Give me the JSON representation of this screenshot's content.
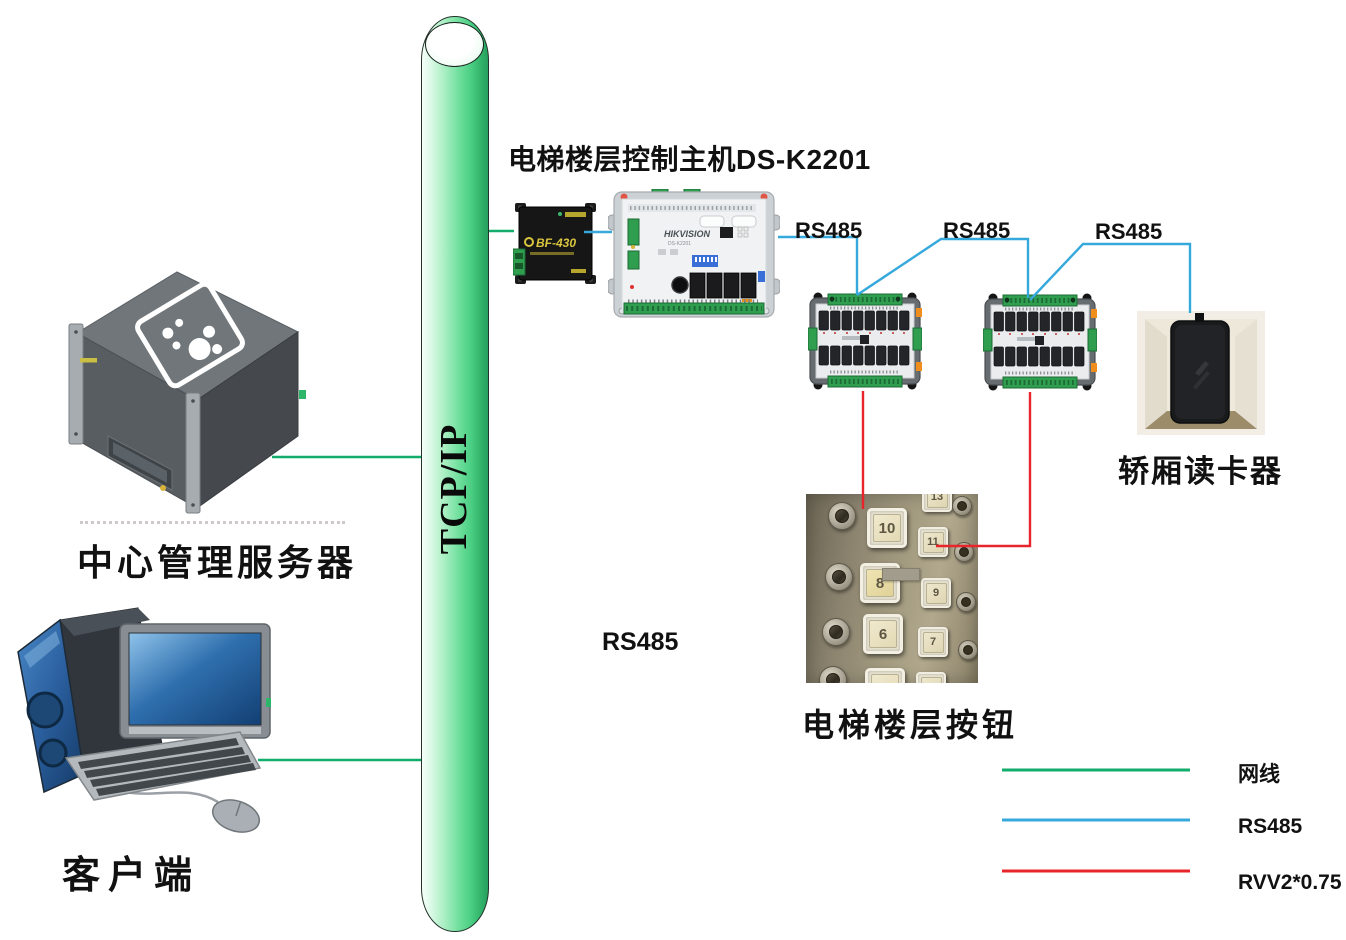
{
  "title": "电梯楼层控制主机DS-K2201",
  "backbone": {
    "label": "TCP/IP"
  },
  "devices": {
    "server": {
      "label": "中心管理服务器"
    },
    "client": {
      "label": "客户端"
    },
    "converter": {
      "model": "BF-430"
    },
    "controller": {
      "brand": "HIKVISION",
      "model": "DS-K2201"
    },
    "card_reader": {
      "label": "轿厢读卡器"
    },
    "floor_buttons": {
      "label": "电梯楼层按钮",
      "large_buttons": [
        "10",
        "8",
        "6"
      ],
      "small_buttons": [
        "13",
        "11",
        "9",
        "7"
      ]
    }
  },
  "wire_labels": {
    "rs485_1": "RS485",
    "rs485_2": "RS485",
    "rs485_3": "RS485",
    "rs485_bus": "RS485"
  },
  "colors": {
    "network_line": "#12AD6B",
    "rs485_line": "#35A8DC",
    "rvv_line": "#E8252A"
  },
  "legend": {
    "items": [
      {
        "label": "网线",
        "color": "#12AD6B"
      },
      {
        "label": "RS485",
        "color": "#35A8DC"
      },
      {
        "label": "RVV2*0.75",
        "color": "#E8252A"
      }
    ]
  }
}
